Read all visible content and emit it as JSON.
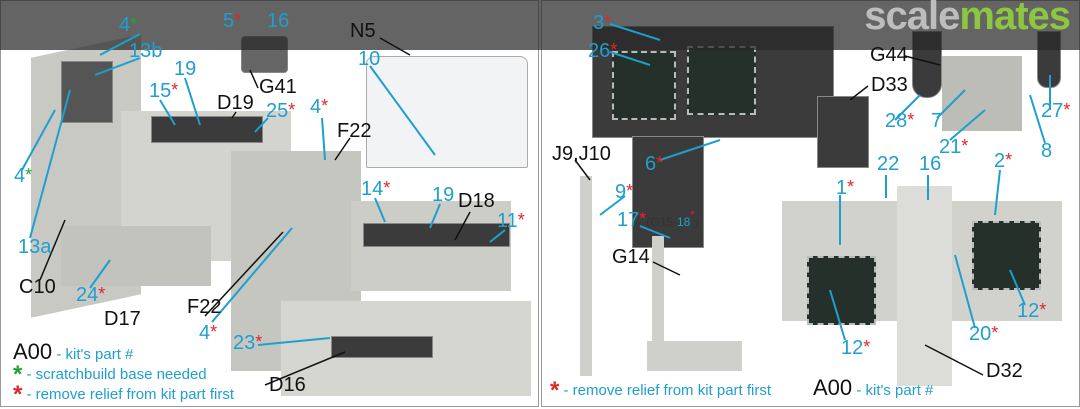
{
  "left_labels": [
    {
      "text": "4",
      "star": "green"
    },
    {
      "text": "13b",
      "star": ""
    },
    {
      "text": "5",
      "star": "red"
    },
    {
      "text": "16",
      "star": ""
    },
    {
      "text": "N5",
      "star": ""
    },
    {
      "text": "10",
      "star": ""
    },
    {
      "text": "19",
      "star": ""
    },
    {
      "text": "G41",
      "star": ""
    },
    {
      "text": "D19",
      "star": ""
    },
    {
      "text": "15",
      "star": "red"
    },
    {
      "text": "25",
      "star": "red"
    },
    {
      "text": "4",
      "star": "red"
    },
    {
      "text": "F22",
      "star": ""
    },
    {
      "text": "4",
      "star": "green"
    },
    {
      "text": "13a",
      "star": ""
    },
    {
      "text": "C10",
      "star": ""
    },
    {
      "text": "24",
      "star": "red"
    },
    {
      "text": "D17",
      "star": ""
    },
    {
      "text": "14",
      "star": "red"
    },
    {
      "text": "19",
      "star": ""
    },
    {
      "text": "D18",
      "star": ""
    },
    {
      "text": "11",
      "star": "red"
    },
    {
      "text": "F22",
      "star": ""
    },
    {
      "text": "4",
      "star": "red"
    },
    {
      "text": "23",
      "star": "red"
    },
    {
      "text": "D16",
      "star": ""
    }
  ],
  "right_labels": [
    {
      "text": "3",
      "star": "red"
    },
    {
      "text": "26",
      "star": "red"
    },
    {
      "text": "G44",
      "star": ""
    },
    {
      "text": "D33",
      "star": ""
    },
    {
      "text": "28",
      "star": "red"
    },
    {
      "text": "7",
      "star": ""
    },
    {
      "text": "27",
      "star": "red"
    },
    {
      "text": "21",
      "star": "red"
    },
    {
      "text": "8",
      "star": ""
    },
    {
      "text": "J9,J10",
      "star": ""
    },
    {
      "text": "6",
      "star": "red"
    },
    {
      "text": "9",
      "star": "red"
    },
    {
      "text": "17",
      "star": "red"
    },
    {
      "text": "22",
      "star": ""
    },
    {
      "text": "16",
      "star": ""
    },
    {
      "text": "1",
      "star": "red"
    },
    {
      "text": "2",
      "star": "red"
    },
    {
      "text": "G14",
      "star": ""
    },
    {
      "text": "12",
      "star": "red"
    },
    {
      "text": "20",
      "star": "red"
    },
    {
      "text": "12",
      "star": "red"
    },
    {
      "text": "D32",
      "star": ""
    }
  ],
  "sub_note": {
    "prefix": "(G15-",
    "num": "18",
    "suffix": ")"
  },
  "star_symbol": "*",
  "legend": {
    "code": "A00",
    "kit_part": "- kit's part #",
    "scratchbuild": "- scratchbuild base needed",
    "remove_relief": "- remove relief from kit part first"
  },
  "watermark": {
    "part1": "scale",
    "part2": "mates"
  },
  "colors": {
    "label_blue": "#1e9fcf",
    "star_red": "#e0262b",
    "star_green": "#21a33a",
    "watermark_green": "#8dc63f"
  }
}
